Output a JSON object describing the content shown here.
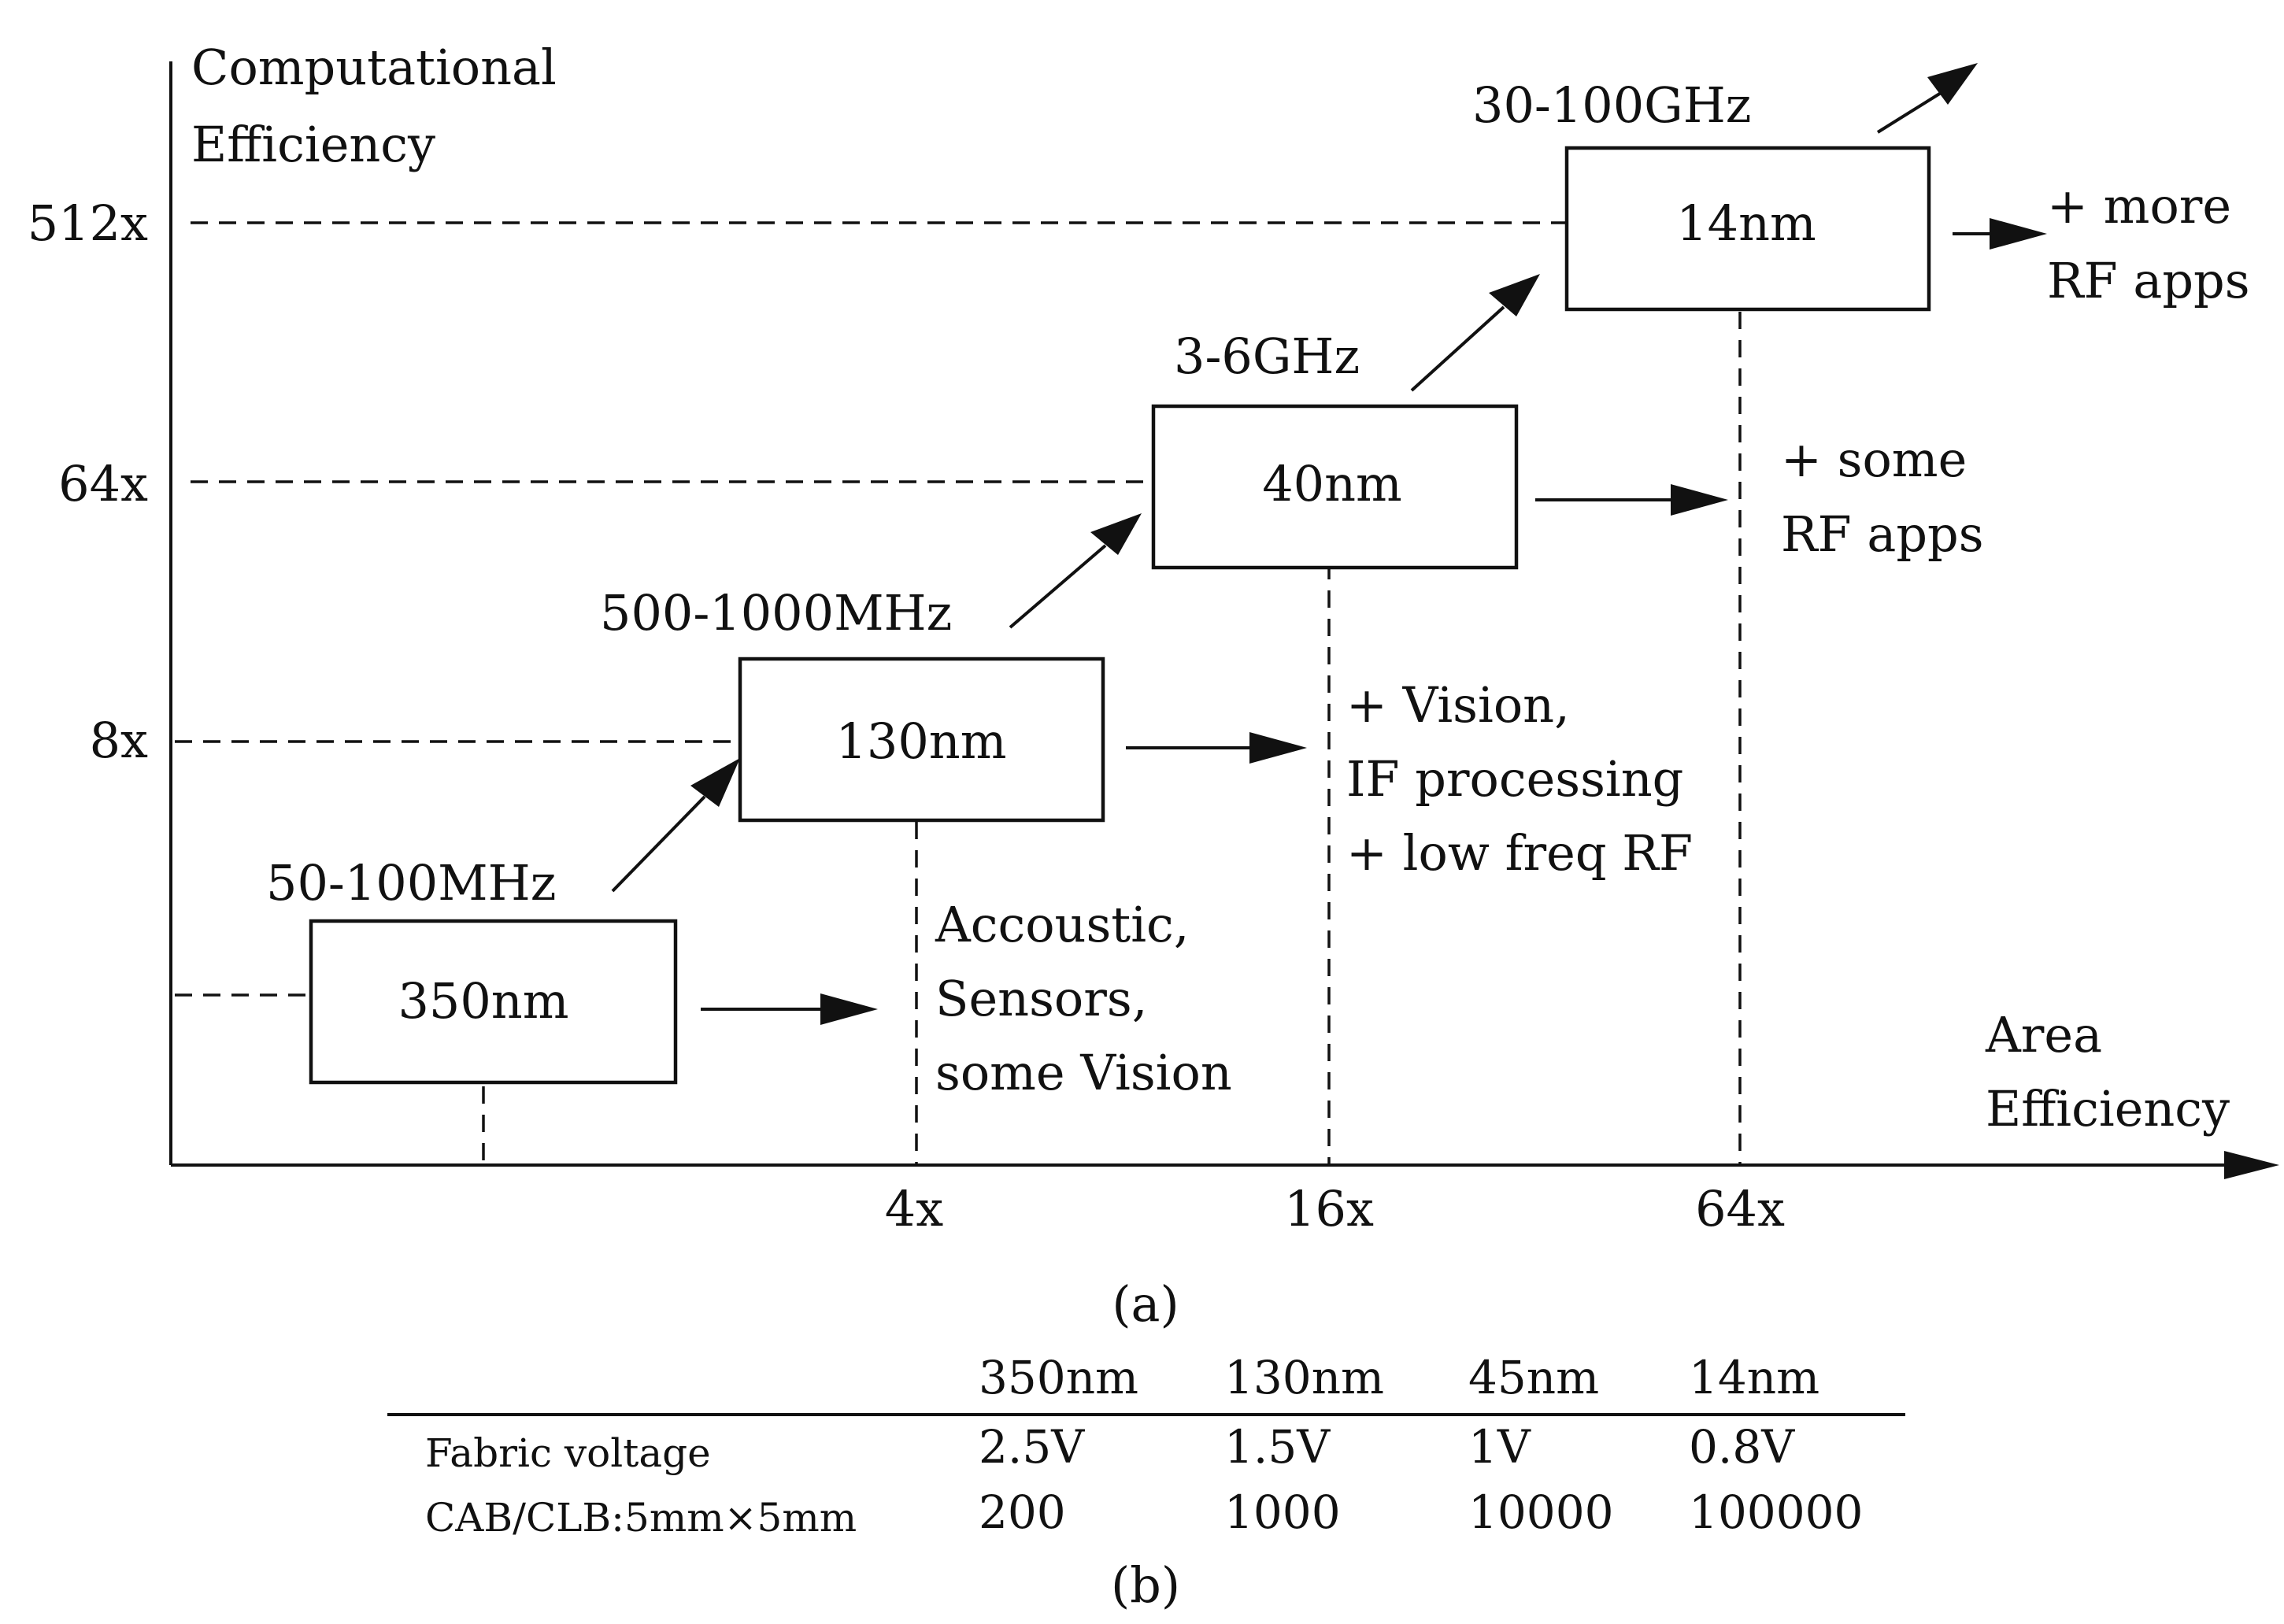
{
  "diagram": {
    "y_axis_label": [
      "Computational",
      "Efficiency"
    ],
    "x_axis_label": [
      "Area",
      "Efficiency"
    ],
    "y_ticks": [
      "512x",
      "64x",
      "8x"
    ],
    "x_ticks": [
      "4x",
      "16x",
      "64x"
    ],
    "nodes": [
      {
        "label": "350nm",
        "frequency": "50-100MHz",
        "apps": [
          "Accoustic,",
          "Sensors,",
          "some Vision"
        ]
      },
      {
        "label": "130nm",
        "frequency": "500-1000MHz",
        "apps": [
          "+ Vision,",
          "IF processing",
          "+ low freq RF"
        ]
      },
      {
        "label": "40nm",
        "frequency": "3-6GHz",
        "apps": [
          "+ some",
          "RF apps"
        ]
      },
      {
        "label": "14nm",
        "frequency": "30-100GHz",
        "apps": [
          "+ more",
          "RF apps"
        ]
      }
    ],
    "caption_a": "(a)"
  },
  "table": {
    "columns": [
      "350nm",
      "130nm",
      "45nm",
      "14nm"
    ],
    "rows": [
      {
        "label": "Fabric voltage",
        "values": [
          "2.5V",
          "1.5V",
          "1V",
          "0.8V"
        ]
      },
      {
        "label": "CAB/CLB:5mm×5mm",
        "values": [
          "200",
          "1000",
          "10000",
          "100000"
        ]
      }
    ],
    "caption_b": "(b)"
  }
}
